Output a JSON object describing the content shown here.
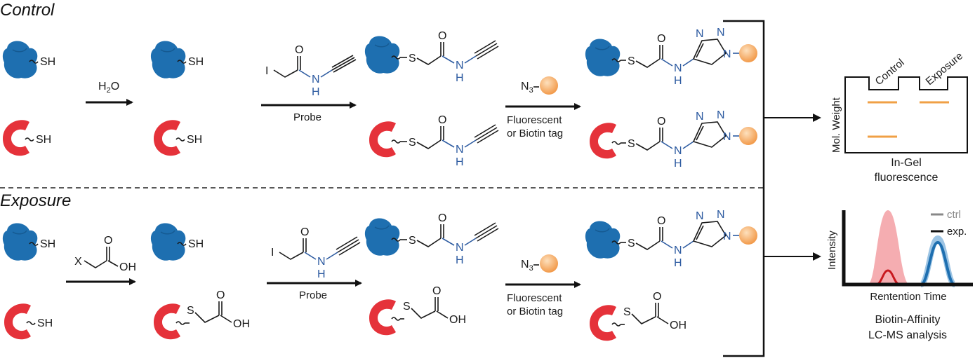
{
  "colors": {
    "blue_protein": "#1e6fb0",
    "red_protein": "#e5323a",
    "tag": "#f5b26a",
    "gel_band": "#f0a046",
    "ctrl_line": "#888888",
    "exp_line": "#111111"
  },
  "sections": {
    "control": "Control",
    "exposure": "Exposure"
  },
  "labels": {
    "sh": "SH",
    "s": "S",
    "o": "O",
    "n": "N",
    "h": "H",
    "i": "I",
    "x": "X",
    "oh": "OH",
    "water": "H2O",
    "probe": "Probe",
    "fluor1": "Fluorescent",
    "fluor2": "or Biotin tag",
    "n3": "N3"
  },
  "gel": {
    "lane1": "Control",
    "lane2": "Exposure",
    "ylabel": "Mol. Weight",
    "title1": "In-Gel",
    "title2": "fluorescence"
  },
  "lcms": {
    "ylabel": "Intensity",
    "xlabel": "Rentention Time",
    "legend_ctrl": "ctrl",
    "legend_exp": "exp.",
    "title1": "Biotin-Affinity",
    "title2": "LC-MS analysis"
  }
}
